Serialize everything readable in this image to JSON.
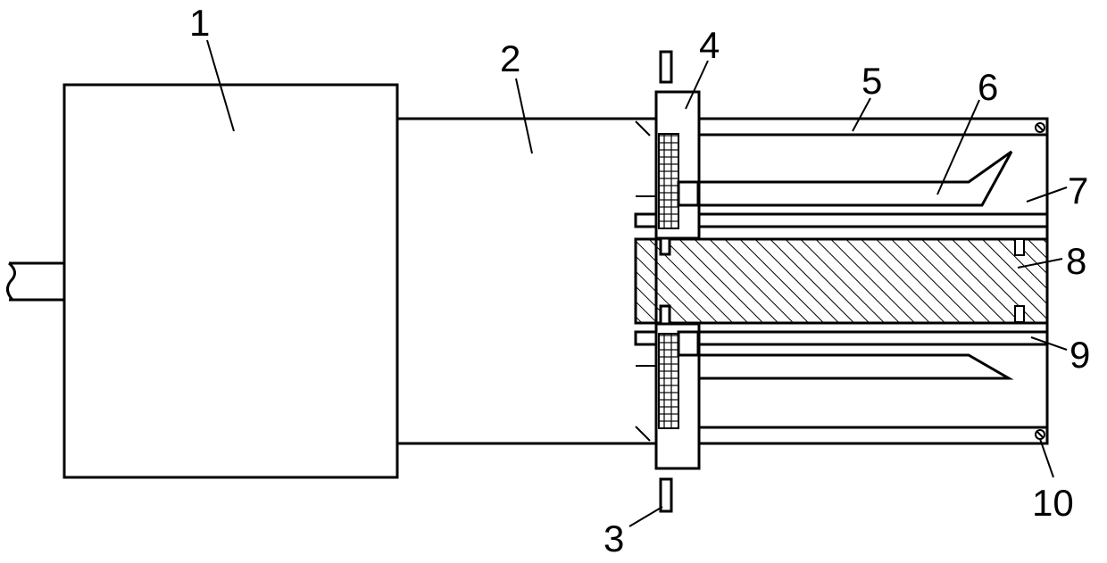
{
  "figure": {
    "labels": {
      "part1": "1",
      "part2": "2",
      "part3": "3",
      "part4": "4",
      "part5": "5",
      "part6": "6",
      "part7": "7",
      "part8": "8",
      "part9": "9",
      "part10": "10"
    },
    "colors": {
      "line": "#000000",
      "background": "#ffffff"
    }
  }
}
